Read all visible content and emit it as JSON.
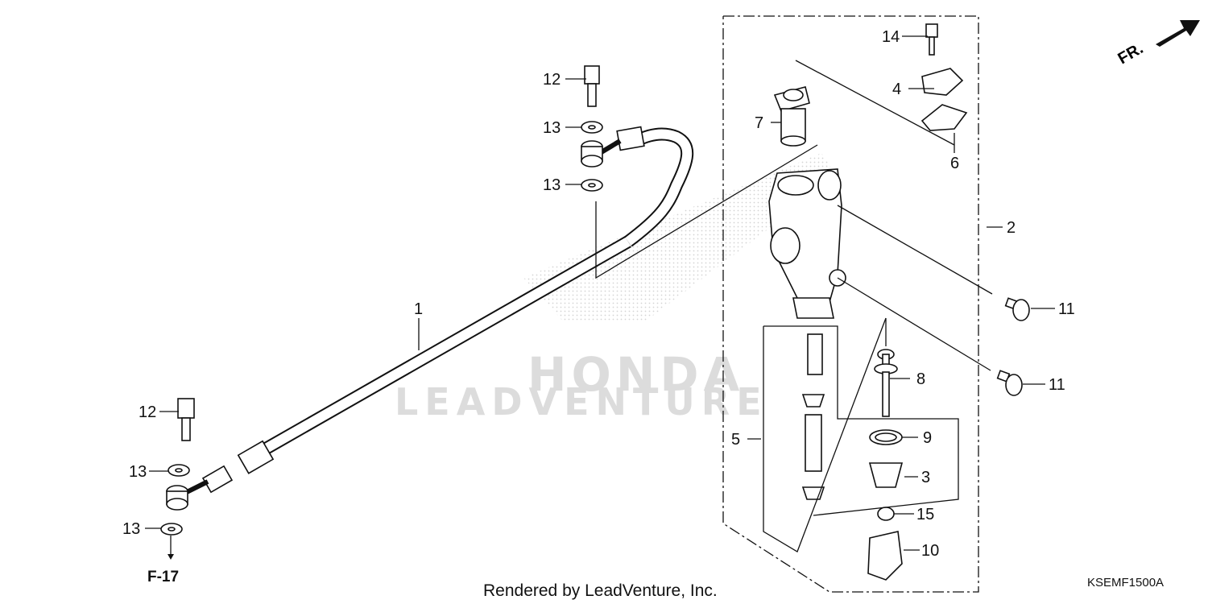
{
  "watermark": {
    "brand": "HONDA",
    "company": "LEADVENTURE"
  },
  "direction_label": "FR.",
  "reference_label": "F-17",
  "footer": {
    "rendered_by": "Rendered by LeadVenture, Inc.",
    "diagram_code": "KSEMF1500A"
  },
  "callouts": {
    "c1": "1",
    "c2": "2",
    "c3": "3",
    "c4": "4",
    "c5": "5",
    "c6": "6",
    "c7": "7",
    "c8": "8",
    "c9": "9",
    "c10": "10",
    "c11a": "11",
    "c11b": "11",
    "c12a": "12",
    "c12b": "12",
    "c13a": "13",
    "c13b": "13",
    "c13c": "13",
    "c13d": "13",
    "c14": "14",
    "c15": "15"
  }
}
